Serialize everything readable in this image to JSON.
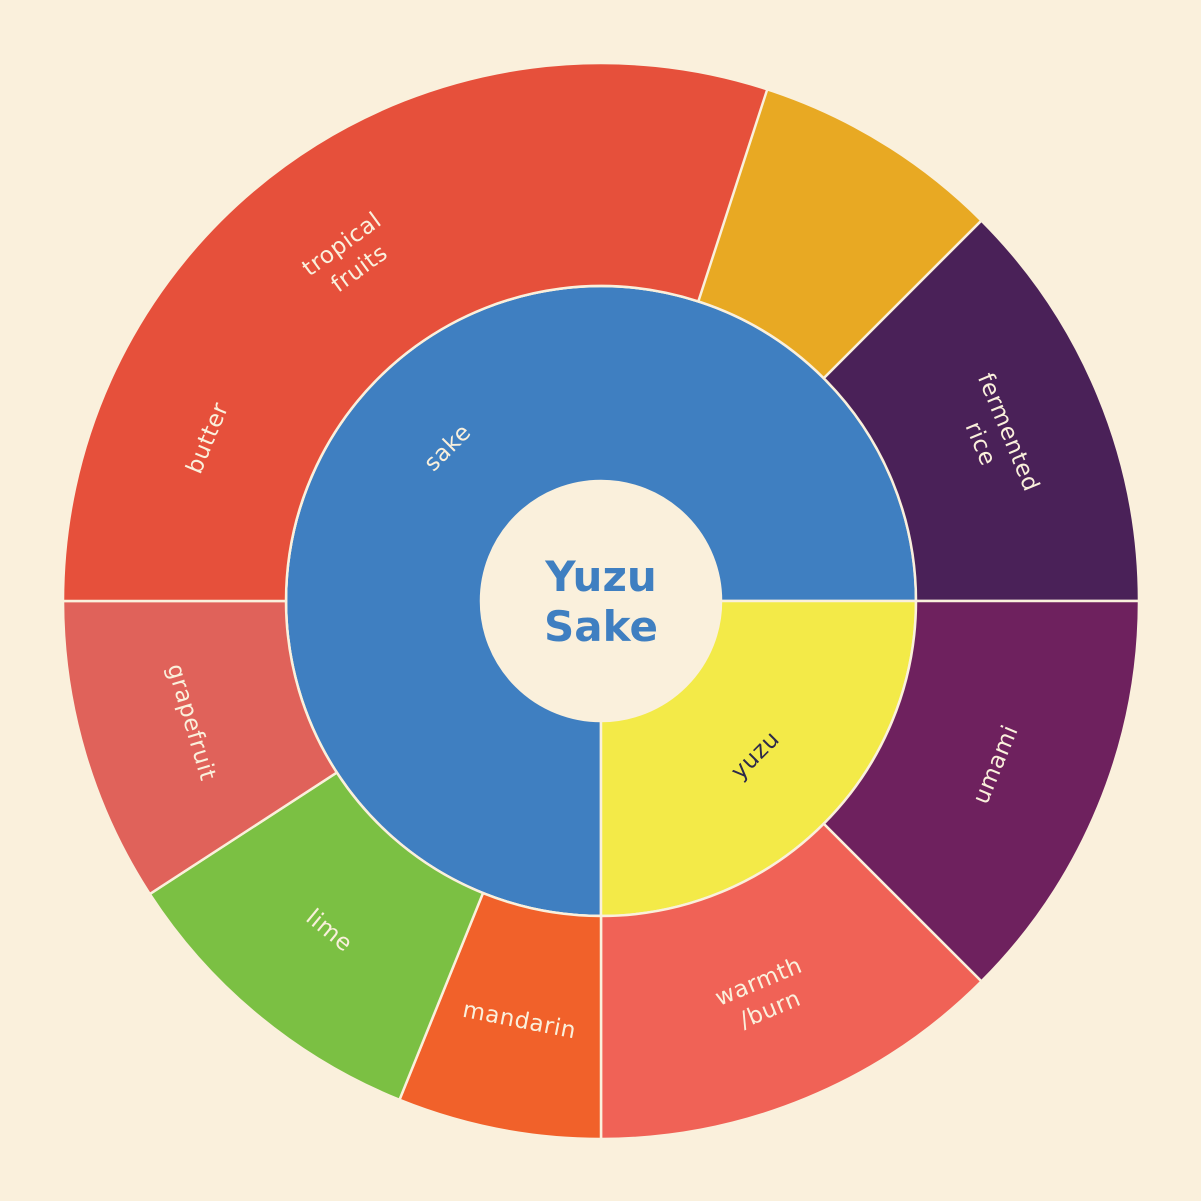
{
  "chart_data": {
    "type": "sunburst",
    "title": "Yuzu Sake",
    "title_color": "#3F7FC1",
    "background": "#FAF0DC",
    "inner": [
      {
        "name": "sake",
        "start_deg": 0,
        "end_deg": 270,
        "color": "#3F7FC1",
        "text_color": "#FAF0DC"
      },
      {
        "name": "yuzu",
        "start_deg": 270,
        "end_deg": 360,
        "color": "#F3EA48",
        "text_color": "#2D2A4A"
      }
    ],
    "outer": [
      {
        "name": "butter",
        "lines": [
          "butter"
        ],
        "parent": "sake",
        "start_deg": 0,
        "end_deg": 225,
        "color": "#E8A923",
        "text_color": "#FAF0DC"
      },
      {
        "name": "fermented rice",
        "lines": [
          "fermented",
          "rice"
        ],
        "parent": "sake",
        "start_deg": 225,
        "end_deg": 270,
        "color": "#4A2158",
        "text_color": "#FAF0DC"
      },
      {
        "name": "umami",
        "lines": [
          "umami"
        ],
        "parent": "sake",
        "start_deg": 270,
        "end_deg": 315,
        "color": "#6E215E",
        "text_color": "#FAF0DC"
      },
      {
        "name": "warmth/burn",
        "lines": [
          "warmth",
          "/burn"
        ],
        "parent": "sake",
        "start_deg": 315,
        "end_deg": 360,
        "color": "#F06256",
        "text_color": "#FAF0DC"
      },
      {
        "name": "mandarin",
        "lines": [
          "mandarin"
        ],
        "parent": "yuzu",
        "start_deg": 0,
        "end_deg": 22,
        "color": "#F1612A",
        "text_color": "#FAF0DC"
      },
      {
        "name": "lime",
        "lines": [
          "lime"
        ],
        "parent": "yuzu",
        "start_deg": 22,
        "end_deg": 57,
        "color": "#7BC043",
        "text_color": "#FAF0DC"
      },
      {
        "name": "grapefruit",
        "lines": [
          "grapefruit"
        ],
        "parent": "yuzu",
        "start_deg": 57,
        "end_deg": 90,
        "color": "#E0625A",
        "text_color": "#FAF0DC"
      },
      {
        "name": "tropical fruits",
        "lines": [
          "tropical",
          "fruits"
        ],
        "parent": "sake",
        "start_deg": 90,
        "end_deg": 198,
        "color": "#E6503B",
        "text_color": "#FAF0DC"
      }
    ]
  }
}
